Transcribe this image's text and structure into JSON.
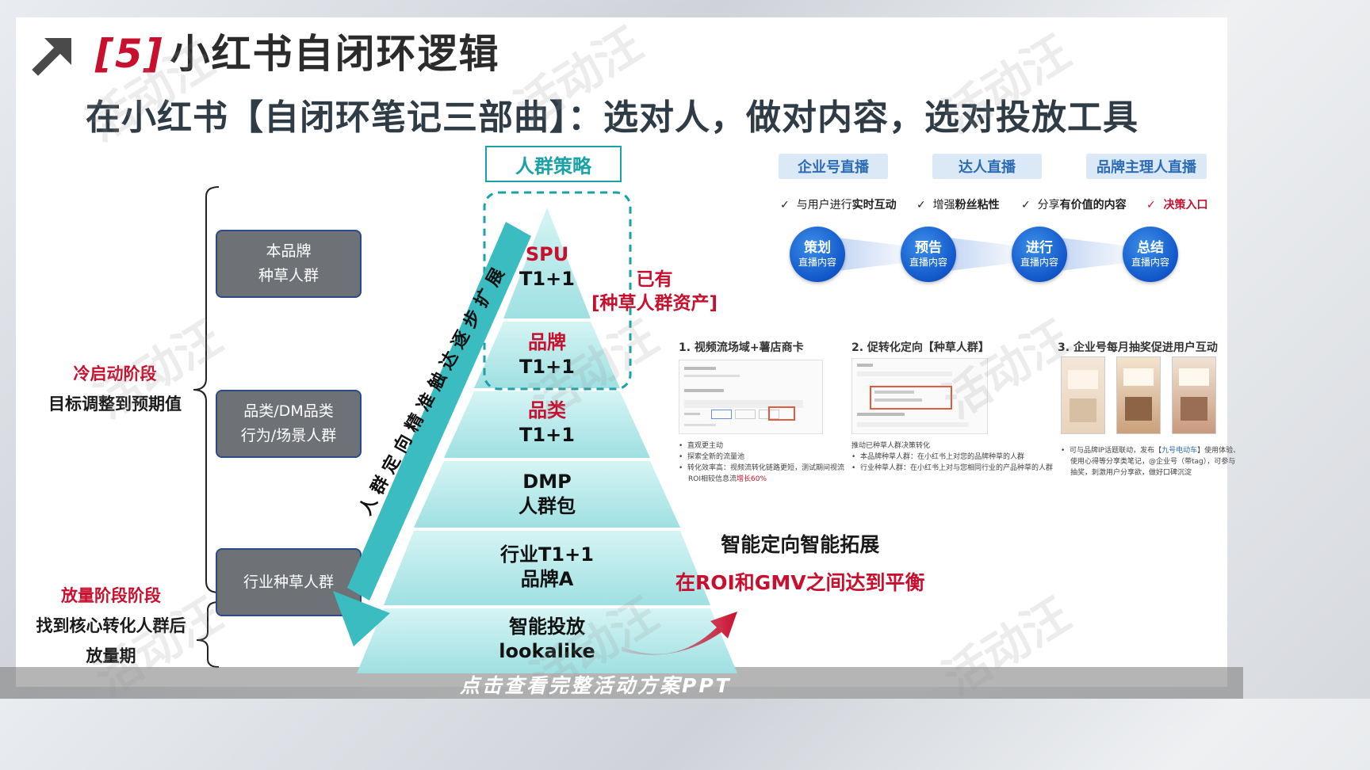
{
  "header": {
    "number": "[5]",
    "title": "小红书自闭环逻辑",
    "subtitle": "在小红书【自闭环笔记三部曲】：选对人，做对内容，选对投放工具"
  },
  "stages": [
    {
      "red": "冷启动阶段",
      "black": "目标调整到预期值"
    },
    {
      "red": "放量阶段阶段",
      "black_lines": [
        "找到核心转化人群后",
        "放量期"
      ]
    }
  ],
  "groups": [
    {
      "lines": [
        "本品牌",
        "种草人群"
      ]
    },
    {
      "lines": [
        "品类/DM品类",
        "行为/场景人群"
      ]
    },
    {
      "lines": [
        "行业种草人群"
      ]
    }
  ],
  "pyramid": {
    "strategy_label": "人群策略",
    "layers": [
      {
        "red": "SPU",
        "black": "T1+1"
      },
      {
        "red": "品牌",
        "black": "T1+1"
      },
      {
        "red": "品类",
        "black": "T1+1"
      },
      {
        "lines": [
          "DMP",
          "人群包"
        ]
      },
      {
        "lines": [
          "行业T1+1",
          "品牌A"
        ]
      },
      {
        "lines": [
          "智能投放",
          "lookalike"
        ]
      }
    ],
    "expand_text": "人群定向精准触达逐步扩展",
    "have_lines": [
      "已有",
      "[种草人群资产]"
    ],
    "smart_title": "智能定向智能拓展",
    "smart_sub": "在ROI和GMV之间达到平衡",
    "colors": {
      "teal": "#1aa2a8",
      "red": "#c8102e"
    }
  },
  "live": {
    "tabs": [
      "企业号直播",
      "达人直播",
      "品牌主理人直播"
    ],
    "checks": [
      {
        "pre": "与用户进行",
        "bold": "实时互动"
      },
      {
        "pre": "增强",
        "bold": "粉丝粘性"
      },
      {
        "pre": "分享",
        "bold": "有价值的内容"
      },
      {
        "pre": "",
        "bold": "决策入口"
      }
    ],
    "check_mark": "✓",
    "steps": [
      {
        "t": "策划",
        "s": "直播内容"
      },
      {
        "t": "预告",
        "s": "直播内容"
      },
      {
        "t": "进行",
        "s": "直播内容"
      },
      {
        "t": "总结",
        "s": "直播内容"
      }
    ]
  },
  "cases": [
    {
      "title": "1. 视频流场域+薯店商卡",
      "bullets": [
        "直观更主动",
        "探索全新的流量池",
        "转化效率高：视频流转化链路更短，测试期间视流"
      ],
      "bullet_tail_pre": "ROI相较信息流",
      "bullet_tail_hl": "增长60%"
    },
    {
      "title": "2. 促转化定向【种草人群】",
      "lead": "推动已种草人群决策转化",
      "bullets": [
        "本品牌种草人群：在小红书上对您的品牌种草的人群",
        "行业种草人群：在小红书上对与您相同行业的产品种草的人群"
      ]
    },
    {
      "title": "3. 企业号每月抽奖促进用户互动",
      "line1_pre": "可与品牌IP话题联动，发布【",
      "line1_blue": "九号电动车",
      "line1_post": "】使用体验、",
      "line2": "使用心得等分享类笔记，@企业号（带tag），可参与",
      "line3": "抽奖，刺激用户分享欲，做好口碑沉淀"
    }
  ],
  "watermark": "活动汪",
  "footer": "点击查看完整活动方案PPT"
}
